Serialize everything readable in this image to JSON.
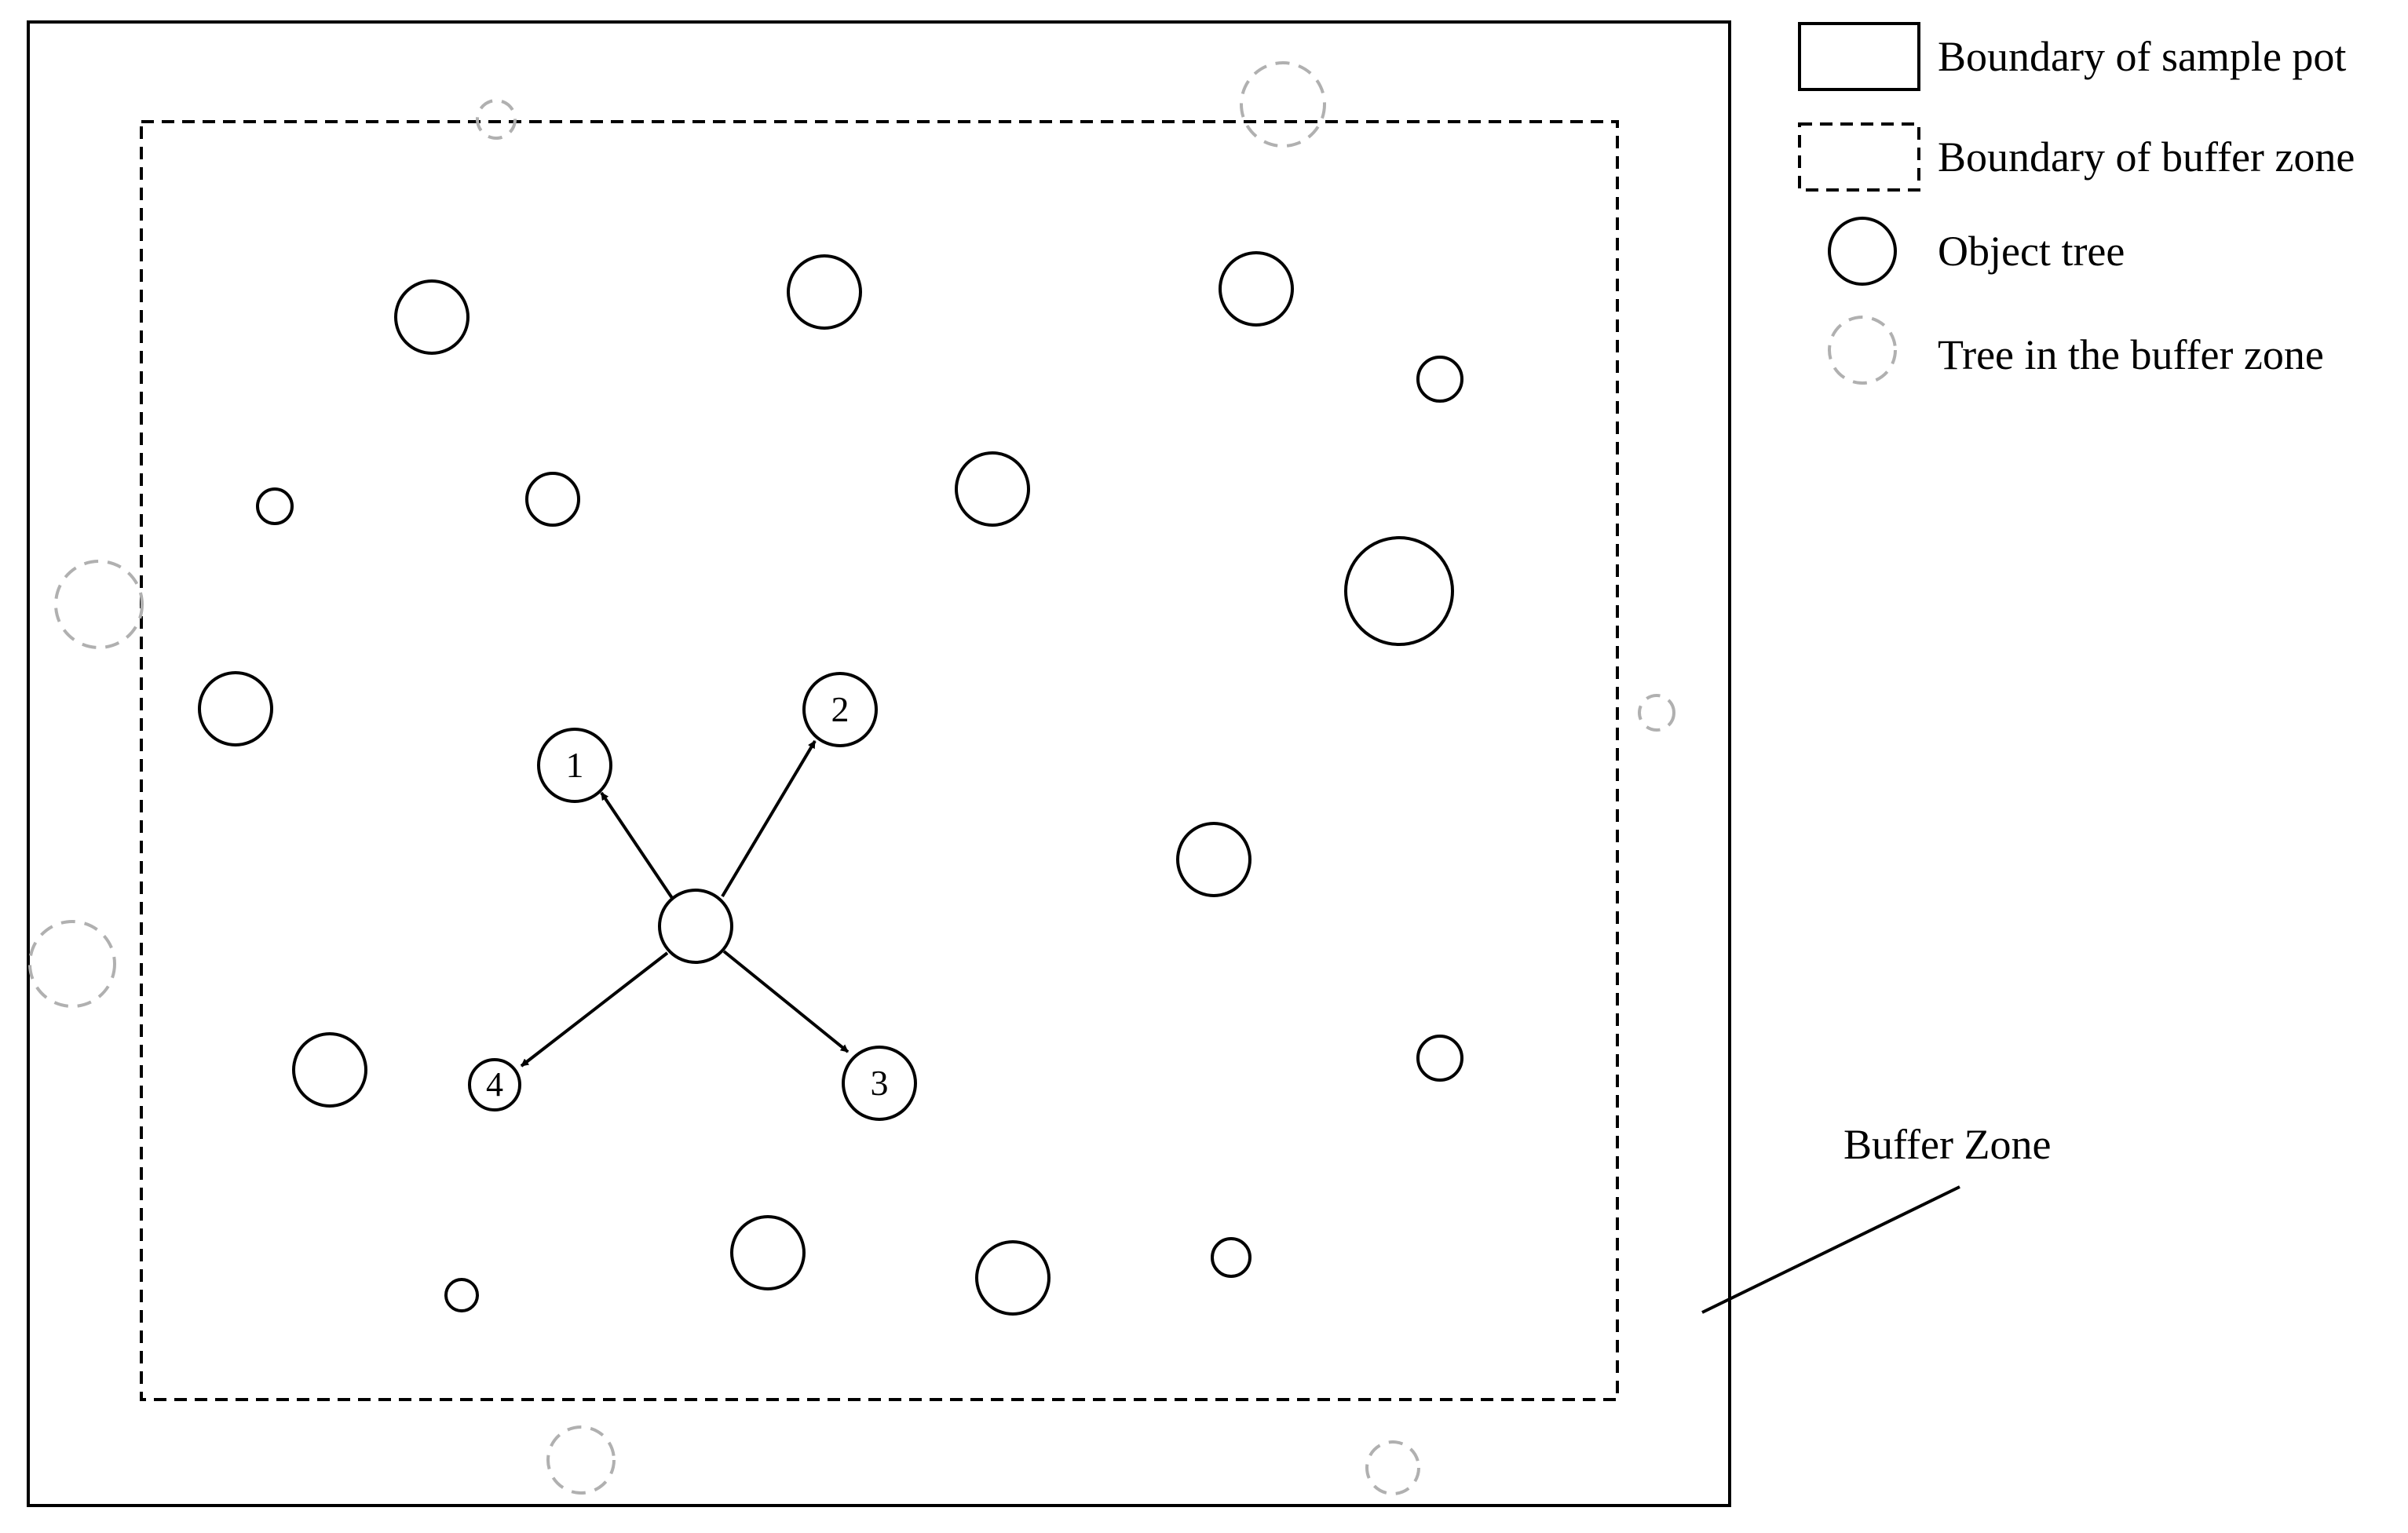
{
  "legend": {
    "sample_plot": "Boundary of sample pot",
    "buffer_boundary": "Boundary of buffer zone",
    "object_tree": "Object tree",
    "buffer_tree": "Tree in the buffer zone"
  },
  "annotation": {
    "buffer_zone": "Buffer Zone"
  },
  "neighbors": {
    "n1": "1",
    "n2": "2",
    "n3": "3",
    "n4": "4"
  },
  "colors": {
    "ink": "#000000",
    "buffer_tree": "#b0b0b0"
  }
}
